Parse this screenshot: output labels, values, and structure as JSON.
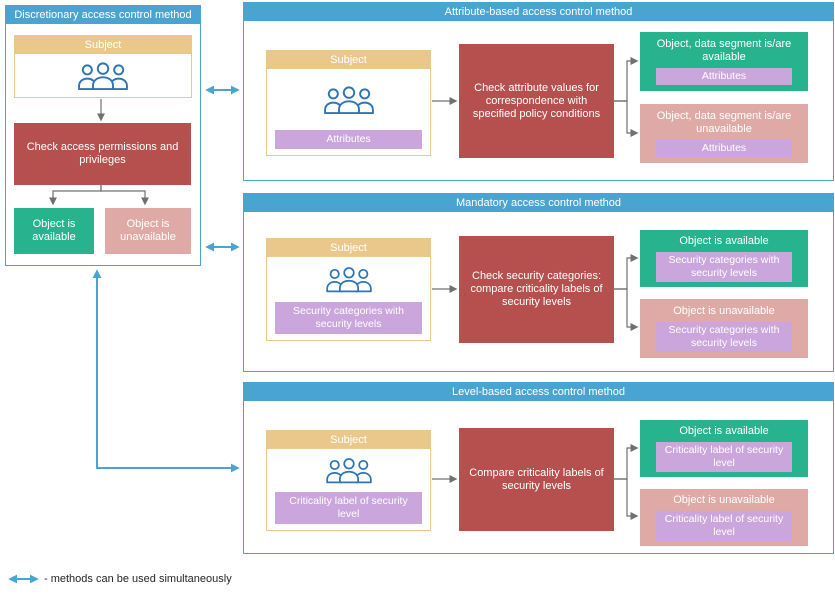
{
  "colors": {
    "panel_blue": "#4AA4D2",
    "check_red": "#B5504E",
    "available_green": "#27B38D",
    "unavailable_pink": "#DFAAA5",
    "attribute_lavender": "#CAA6DC",
    "subject_tan": "#EAC78A",
    "connector_gray": "#707070",
    "people_icon_blue": "#2E75B6"
  },
  "panels": {
    "discretionary": {
      "title": "Discretionary access control method",
      "subject_label": "Subject",
      "check_label": "Check access permissions and privileges",
      "available_label": "Object is available",
      "unavailable_label": "Object is unavailable"
    },
    "attribute": {
      "title": "Attribute-based access control method",
      "subject_label": "Subject",
      "subject_sub": "Attributes",
      "check_label": "Check attribute values for correspondence with specified policy conditions",
      "available_label": "Object, data segment is/are available",
      "available_sub": "Attributes",
      "unavailable_label": "Object, data segment is/are unavailable",
      "unavailable_sub": "Attributes"
    },
    "mandatory": {
      "title": "Mandatory access control method",
      "subject_label": "Subject",
      "subject_sub": "Security categories with security levels",
      "check_label": "Check security categories: compare criticality labels of security levels",
      "available_label": "Object is available",
      "available_sub": "Security categories with security levels",
      "unavailable_label": "Object is unavailable",
      "unavailable_sub": "Security categories with security levels"
    },
    "level": {
      "title": "Level-based access control method",
      "subject_label": "Subject",
      "subject_sub": "Criticality label of security level",
      "check_label": "Compare criticality labels of security levels",
      "available_label": "Object is available",
      "available_sub": "Criticality label of security level",
      "unavailable_label": "Object is unavailable",
      "unavailable_sub": "Criticality label of security level"
    }
  },
  "legend": {
    "text": "- methods can be used simultaneously"
  }
}
